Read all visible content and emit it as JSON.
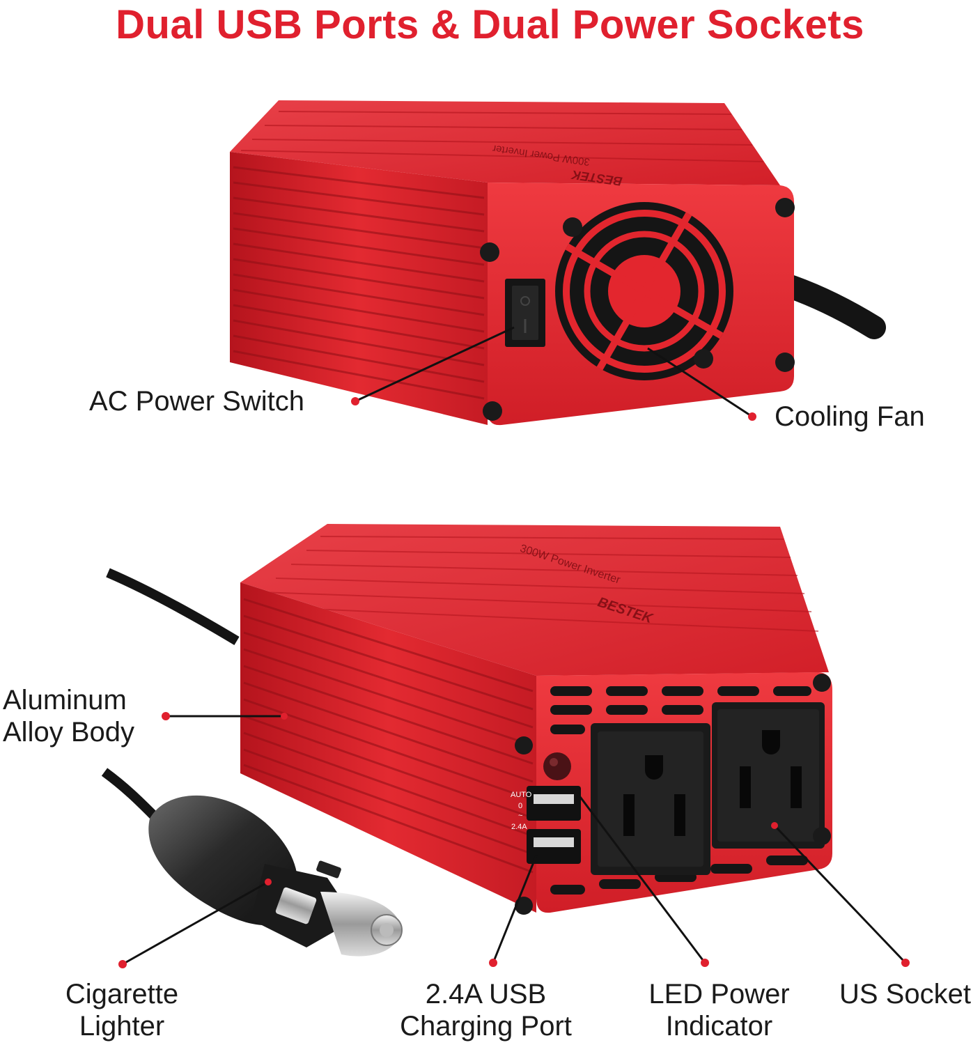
{
  "title": "Dual USB Ports & Dual Power Sockets",
  "colors": {
    "accent": "#e0202e",
    "body_red": "#e3262e",
    "dark_red": "#a8141c",
    "cable": "#141414"
  },
  "product_text": {
    "brand": "BESTEK",
    "model_line": "300W Power Inverter",
    "usb_auto": "AUTO",
    "usb_range_top": "0",
    "usb_range_tilde": "~",
    "usb_range_end": "2.4A"
  },
  "callouts": {
    "ac_power_switch": "AC Power Switch",
    "cooling_fan": "Cooling Fan",
    "aluminum_body_line1": "Aluminum",
    "aluminum_body_line2": "Alloy Body",
    "cigarette_line1": "Cigarette",
    "cigarette_line2": "Lighter",
    "usb_port_line1": "2.4A USB",
    "usb_port_line2": "Charging Port",
    "led_line1": "LED Power",
    "led_line2": "Indicator",
    "us_socket": "US Socket"
  }
}
